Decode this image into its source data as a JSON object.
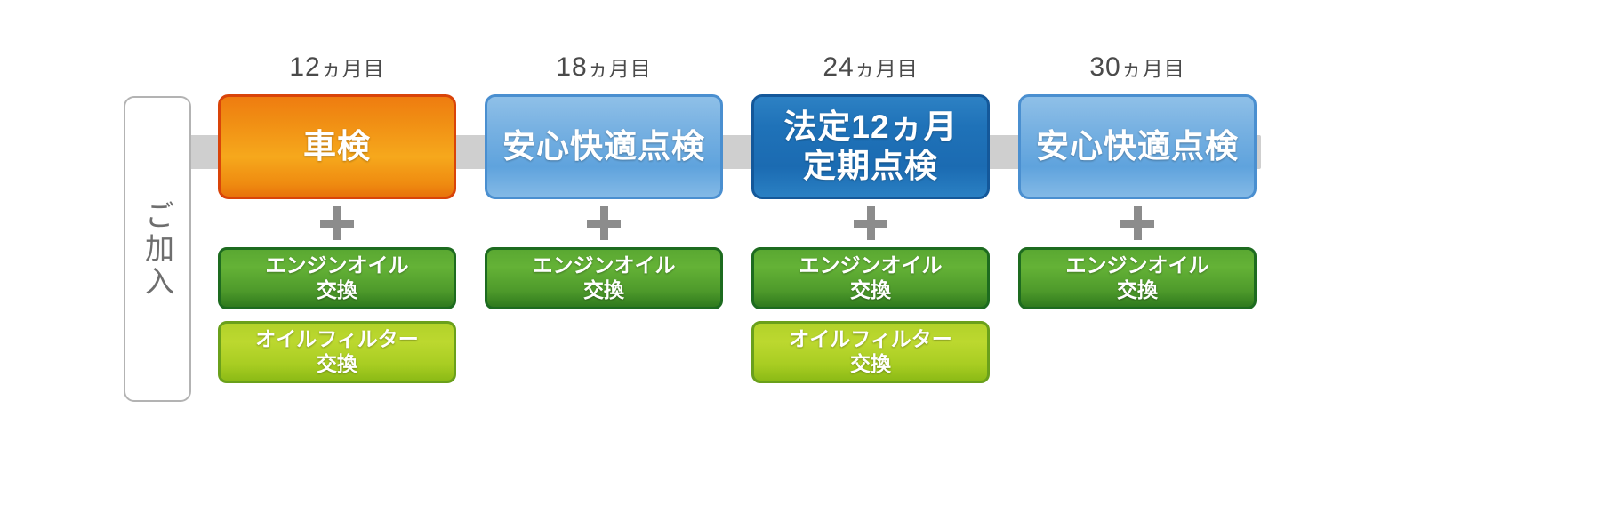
{
  "entry": {
    "label": "ご加入"
  },
  "colors": {
    "rail": "#cfcfcf",
    "orange": "#f0900f",
    "orange_border": "#d94409",
    "light_blue": "#6fabde",
    "light_blue_border": "#4a8fd0",
    "dark_blue": "#1f72b8",
    "dark_blue_border": "#14589a",
    "green": "#4e9a2b",
    "green_border": "#1d6b1f",
    "lime": "#aecd28",
    "lime_border": "#6aa01b",
    "plus": "#8c8c8c",
    "entry_border": "#b3b3b3",
    "label_text": "#4a4a4a"
  },
  "plus_symbol": "+",
  "columns": [
    {
      "month_number": "12",
      "month_unit": "ヵ月目",
      "service": {
        "lines": [
          "車検"
        ],
        "style": "orange"
      },
      "options": [
        {
          "lines": [
            "エンジンオイル",
            "交換"
          ],
          "style": "green"
        },
        {
          "lines": [
            "オイルフィルター",
            "交換"
          ],
          "style": "lime"
        }
      ]
    },
    {
      "month_number": "18",
      "month_unit": "ヵ月目",
      "service": {
        "lines": [
          "安心快適点検"
        ],
        "style": "light-blue"
      },
      "options": [
        {
          "lines": [
            "エンジンオイル",
            "交換"
          ],
          "style": "green"
        }
      ]
    },
    {
      "month_number": "24",
      "month_unit": "ヵ月目",
      "service": {
        "lines": [
          "法定12ヵ月",
          "定期点検"
        ],
        "style": "dark-blue"
      },
      "options": [
        {
          "lines": [
            "エンジンオイル",
            "交換"
          ],
          "style": "green"
        },
        {
          "lines": [
            "オイルフィルター",
            "交換"
          ],
          "style": "lime"
        }
      ]
    },
    {
      "month_number": "30",
      "month_unit": "ヵ月目",
      "service": {
        "lines": [
          "安心快適点検"
        ],
        "style": "light-blue"
      },
      "options": [
        {
          "lines": [
            "エンジンオイル",
            "交換"
          ],
          "style": "green"
        }
      ]
    }
  ]
}
